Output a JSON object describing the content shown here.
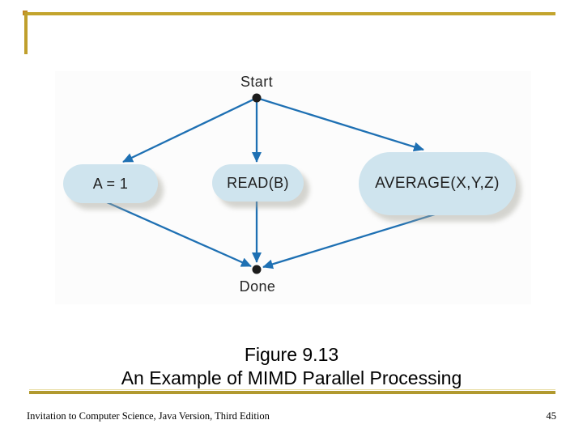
{
  "slide": {
    "colors": {
      "background": "#ffffff",
      "accent_gold": "#c3a42d",
      "accent_gold_dark": "#b1992e",
      "corner_orange": "#c28822"
    }
  },
  "diagram": {
    "type": "flowchart",
    "description": "MIMD parallel processing: Start node fans out to three parallel tasks which all converge on Done",
    "start": {
      "label": "Start"
    },
    "end": {
      "label": "Done"
    },
    "tasks": [
      {
        "id": "task-a",
        "label": "A = 1"
      },
      {
        "id": "task-read",
        "label": "READ(B)"
      },
      {
        "id": "task-average",
        "label": "AVERAGE(X,Y,Z)"
      }
    ],
    "edges": [
      {
        "from": "start",
        "to": "task-a"
      },
      {
        "from": "start",
        "to": "task-read"
      },
      {
        "from": "start",
        "to": "task-average"
      },
      {
        "from": "task-a",
        "to": "done"
      },
      {
        "from": "task-read",
        "to": "done"
      },
      {
        "from": "task-average",
        "to": "done"
      }
    ],
    "colors": {
      "node_fill": "#cfe4ee",
      "arrow_blue": "#1e70b3",
      "dot_black": "#1c1c1c"
    }
  },
  "caption": {
    "line1": "Figure 9.13",
    "line2": "An Example of MIMD Parallel Processing"
  },
  "footer": {
    "book_title": "Invitation to Computer Science, Java Version, Third Edition",
    "page_number": "45"
  }
}
